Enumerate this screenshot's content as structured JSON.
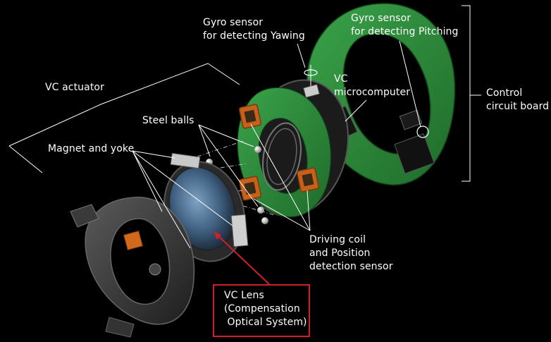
{
  "labels": {
    "gyro_yawing": "Gyro sensor\nfor detecting Yawing",
    "gyro_pitching": "Gyro sensor\nfor detecting Pitching",
    "vc_actuator": "VC actuator",
    "vc_microcomputer": "VC\nmicrocomputer",
    "control_circuit_board": "Control\ncircuit board",
    "steel_balls": "Steel balls",
    "magnet_and_yoke": "Magnet and yoke",
    "driving_coil": "Driving coil\nand Position\ndetection sensor",
    "vc_lens": "VC Lens\n(Compensation\n Optical System)"
  },
  "colors": {
    "background": "#000000",
    "text": "#ffffff",
    "circuit_board": "#2f8a3a",
    "coil": "#d2691e",
    "lens_box": "#d01f2a",
    "leader_line": "#ffffff"
  }
}
